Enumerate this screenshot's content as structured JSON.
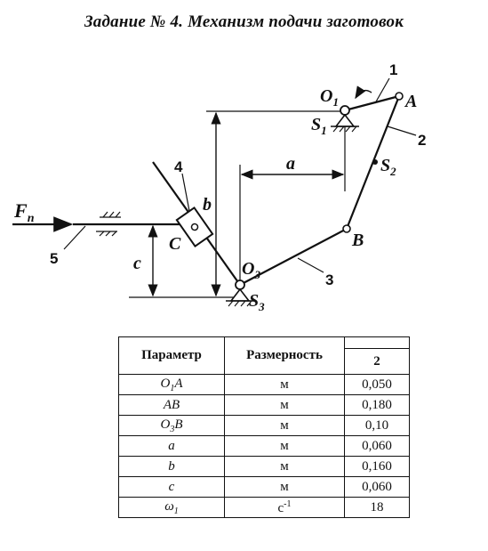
{
  "title": "Задание № 4. Механизм подачи заготовок",
  "diagram": {
    "labels": {
      "O1": "O",
      "O1_sub": "1",
      "A": "A",
      "S1": "S",
      "S1_sub": "1",
      "S2": "S",
      "S2_sub": "2",
      "B": "B",
      "O3": "O",
      "O3_sub": "3",
      "S3": "S",
      "S3_sub": "3",
      "C": "C",
      "Fn": "F",
      "Fn_sub": "n",
      "dim_a": "a",
      "dim_b": "b",
      "dim_c": "c"
    },
    "link_numbers": [
      "1",
      "2",
      "3",
      "4",
      "5"
    ]
  },
  "table": {
    "headers": {
      "param": "Параметр",
      "unit": "Размерность",
      "variant": "2"
    },
    "rows": [
      {
        "param": "O",
        "param_sub": "1",
        "param_tail": "A",
        "unit": "м",
        "value": "0,050"
      },
      {
        "param": "AB",
        "param_sub": "",
        "param_tail": "",
        "unit": "м",
        "value": "0,180"
      },
      {
        "param": "O",
        "param_sub": "3",
        "param_tail": "B",
        "unit": "м",
        "value": "0,10"
      },
      {
        "param": "a",
        "param_sub": "",
        "param_tail": "",
        "unit": "м",
        "value": "0,060"
      },
      {
        "param": "b",
        "param_sub": "",
        "param_tail": "",
        "unit": "м",
        "value": "0,160"
      },
      {
        "param": "c",
        "param_sub": "",
        "param_tail": "",
        "unit": "м",
        "value": "0,060"
      },
      {
        "param": "ω",
        "param_sub": "1",
        "param_tail": "",
        "unit": "с",
        "unit_sup": "-1",
        "value": "18"
      }
    ]
  }
}
